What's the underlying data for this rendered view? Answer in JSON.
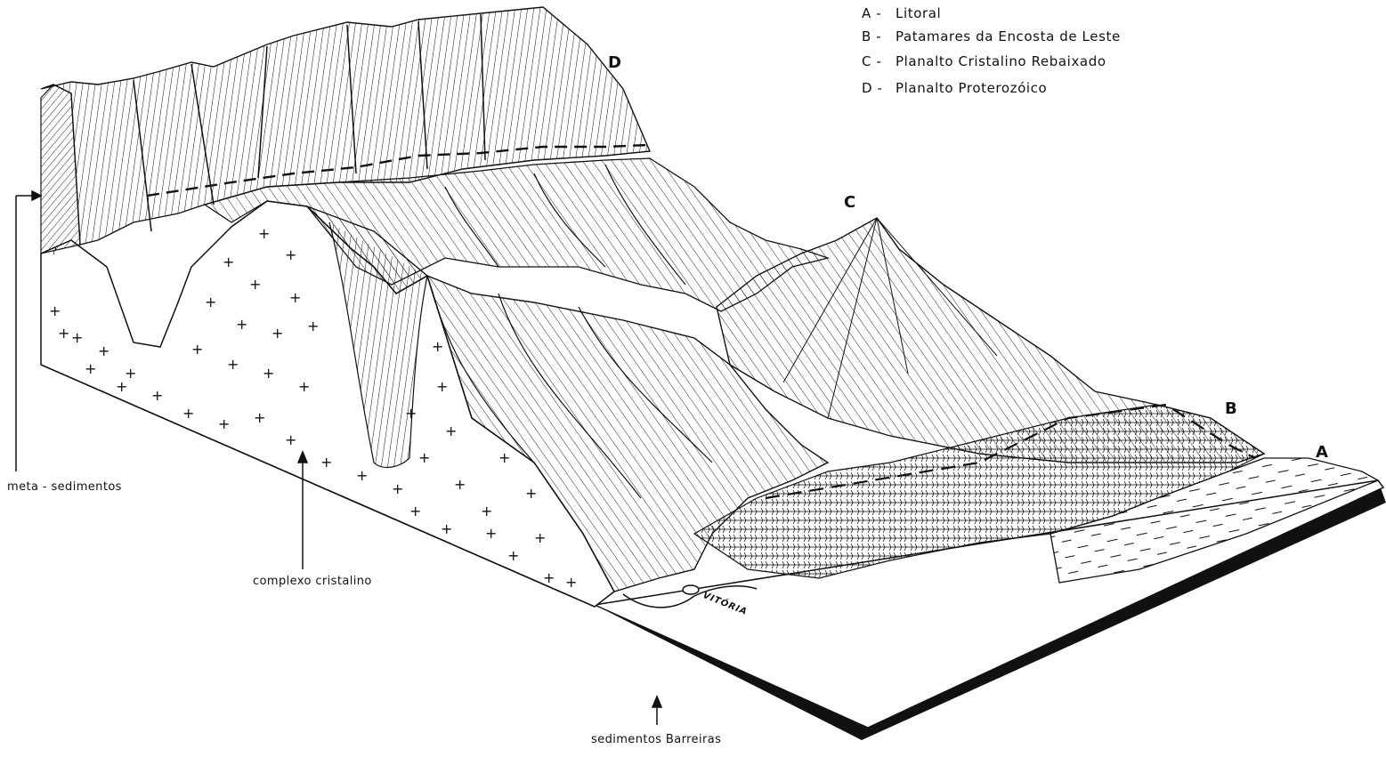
{
  "legend": [
    {
      "key": "A -",
      "text": "Litoral"
    },
    {
      "key": "B -",
      "text": "Patamares da Encosta de Leste"
    },
    {
      "key": "C -",
      "text": "Planalto Cristalino Rebaixado"
    },
    {
      "key": "D -",
      "text": "Planalto Proterozóico"
    }
  ],
  "zones": {
    "a": "A",
    "b": "B",
    "c": "C",
    "d": "D"
  },
  "annotations": {
    "meta_sedimentos": "meta - sedimentos",
    "complexo_cristalino": "complexo cristalino",
    "sedimentos_barreiras": "sedimentos Barreiras",
    "vitoria": "VITÓRIA",
    "unknown_mark": "?"
  },
  "colors": {
    "ink": "#111111",
    "paper": "#ffffff"
  }
}
